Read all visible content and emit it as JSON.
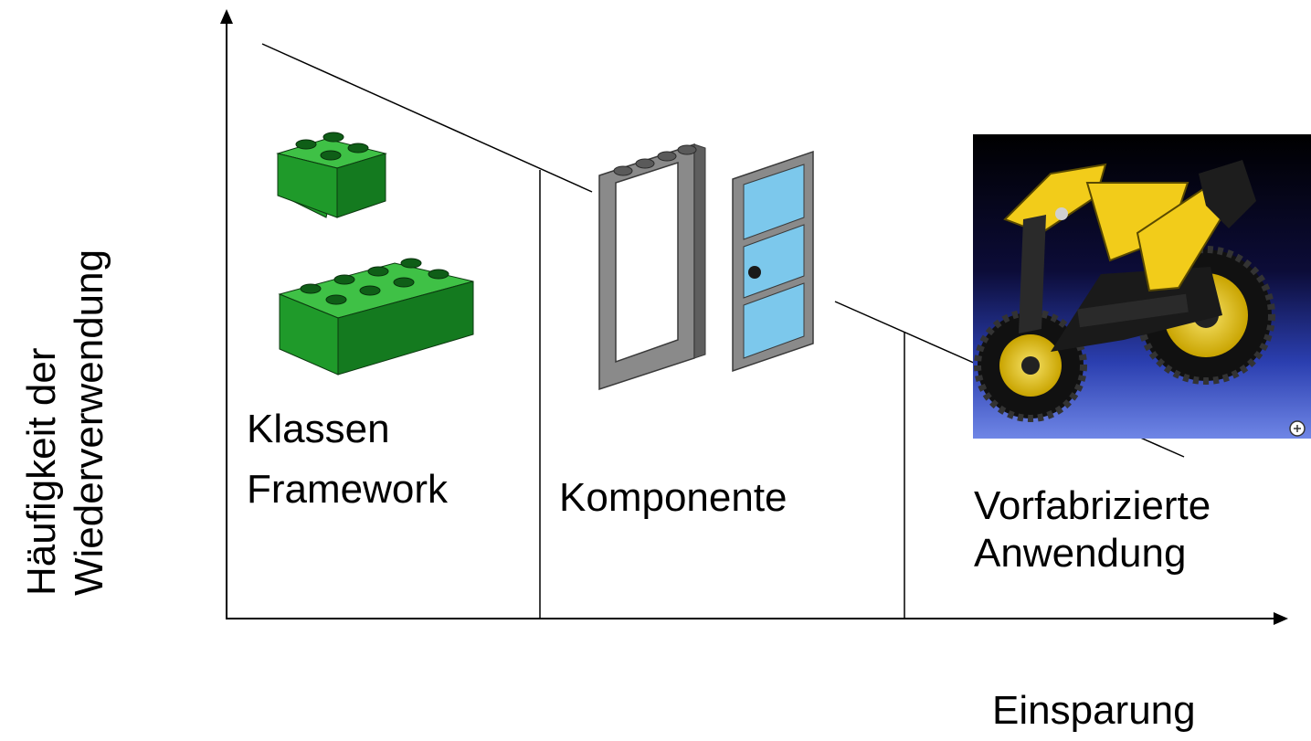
{
  "axes": {
    "y_label_line1": "Häufigkeit der",
    "y_label_line2": "Wiederverwendung",
    "x_label": "Einsparung"
  },
  "sections": [
    {
      "line1": "Klassen",
      "line2": "Framework",
      "illustration": "green-lego-bricks"
    },
    {
      "line1": "Komponente",
      "illustration": "lego-door-and-frame"
    },
    {
      "line1": "Vorfabrizierte",
      "line2": "Anwendung",
      "illustration": "lego-technic-motorcycle-photo"
    }
  ],
  "colors": {
    "brick_green": "#1f9a2a",
    "door_grey": "#8a8a8a",
    "door_glass": "#7cc8ec",
    "bike_yellow": "#f2cc1a",
    "photo_background": "#1a237a"
  }
}
